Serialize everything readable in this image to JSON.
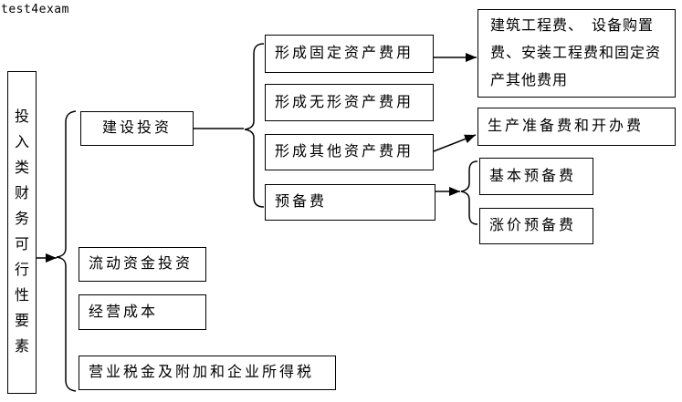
{
  "watermark": "test4exam",
  "colors": {
    "background": "#ffffff",
    "line": "#000000",
    "text": "#000000",
    "box_fill": "#ffffff"
  },
  "diagram": {
    "root": {
      "label": "投入类财务可行性要素"
    },
    "level1": {
      "construction_investment": {
        "label": "建设投资"
      },
      "working_capital_investment": {
        "label": "流动资金投资"
      },
      "operating_cost": {
        "label": "经营成本"
      },
      "business_tax_and_income_tax": {
        "label": "营业税金及附加和企业所得税"
      }
    },
    "construction_children": {
      "fixed_asset_cost": {
        "label": "形成固定资产费用"
      },
      "intangible_asset_cost": {
        "label": "形成无形资产费用"
      },
      "other_asset_cost": {
        "label": "形成其他资产费用"
      },
      "reserve_fee": {
        "label": "预备费"
      }
    },
    "fixed_asset_detail": {
      "lines": [
        "建筑工程费、　设备购置",
        "费、安装工程费和固定资",
        "产其他费用"
      ],
      "full_text": "建筑工程费、设备购置费、安装工程费和固定资产其他费用"
    },
    "other_asset_child": {
      "label": "生产准备费和开办费"
    },
    "reserve_children": {
      "basic_reserve": {
        "label": "基本预备费"
      },
      "price_increase_reserve": {
        "label": "涨价预备费"
      }
    }
  }
}
